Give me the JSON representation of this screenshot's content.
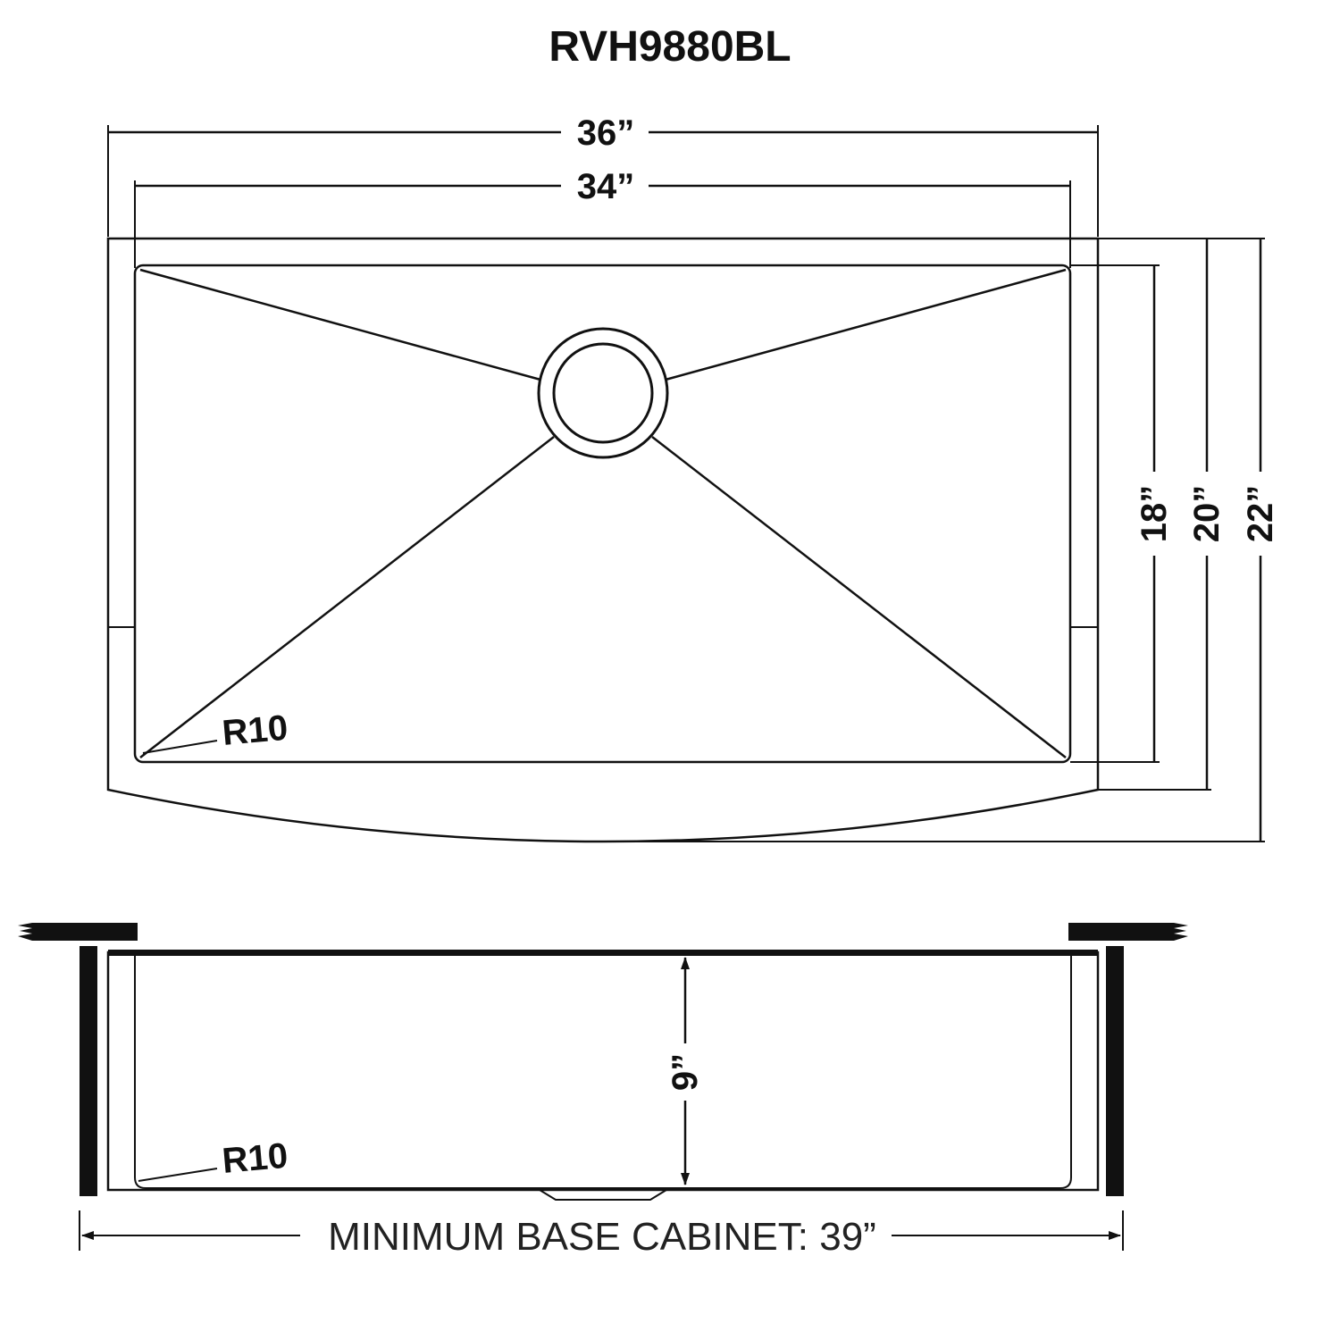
{
  "title": "RVH9880BL",
  "top_view": {
    "overall_width": "36”",
    "bowl_width": "34”",
    "bowl_depth": "18”",
    "depth_at_sides": "20”",
    "overall_depth": "22”",
    "corner_radius": "R10"
  },
  "side_view": {
    "bowl_height": "9”",
    "corner_radius": "R10",
    "cabinet_label": "MINIMUM BASE CABINET: 39”"
  }
}
